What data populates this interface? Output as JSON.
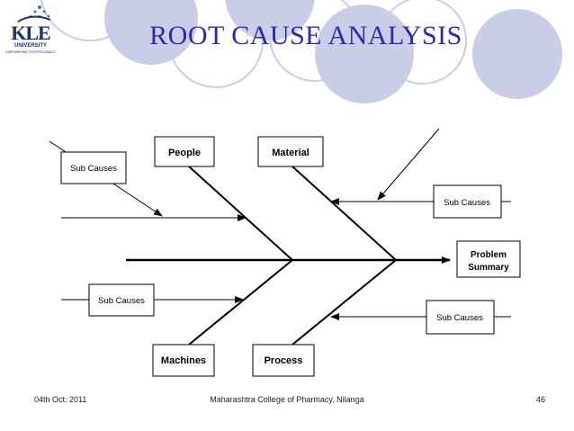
{
  "slide": {
    "title": "ROOT  CAUSE  ANALYSIS",
    "logo": {
      "name": "KLE",
      "line2": "UNIVERSITY",
      "tagline": "EMPOWERING PROFESSIONALS"
    },
    "footer": {
      "date": "04th Oct. 2011",
      "institution": "Maharashtra College of Pharmacy, Nilanga",
      "page_number": "46"
    },
    "colors": {
      "title": "#2a2ab0",
      "circles": "#c9cde6",
      "lines": "#000000"
    }
  },
  "diagram": {
    "categories": {
      "people": "People",
      "material": "Material",
      "machines": "Machines",
      "process": "Process"
    },
    "effect": {
      "line1": "Problem",
      "line2": "Summary"
    },
    "sub_causes": {
      "top_left": "Sub Causes",
      "top_right": "Sub Causes",
      "bottom_left": "Sub Causes",
      "bottom_right": "Sub Causes"
    }
  }
}
